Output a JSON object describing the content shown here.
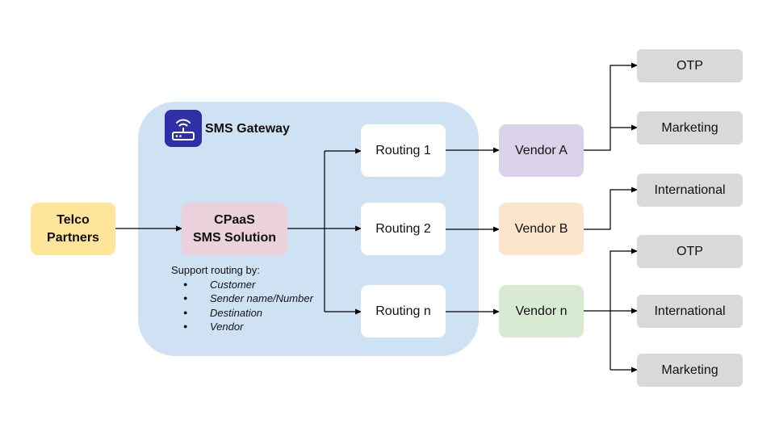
{
  "telco": {
    "line1": "Telco",
    "line2": "Partners",
    "color": "#ffe599"
  },
  "gateway": {
    "title": "SMS Gateway",
    "color": "#cfe2f3",
    "icon": "router-wifi-icon",
    "icon_color": "#2f2fa6"
  },
  "cpaas": {
    "line1": "CPaaS",
    "line2": "SMS Solution",
    "color": "#ead1dc"
  },
  "support": {
    "heading": "Support routing by:",
    "items": [
      "Customer",
      "Sender name/Number",
      "Destination",
      "Vendor"
    ]
  },
  "routings": [
    {
      "label": "Routing 1"
    },
    {
      "label": "Routing 2"
    },
    {
      "label": "Routing n"
    }
  ],
  "vendors": [
    {
      "label": "Vendor A",
      "color": "#d9d2e9"
    },
    {
      "label": "Vendor B",
      "color": "#fce5cd"
    },
    {
      "label": "Vendor n",
      "color": "#d9ead3"
    }
  ],
  "destinations": [
    {
      "label": "OTP",
      "vendor": "Vendor A"
    },
    {
      "label": "Marketing",
      "vendor": "Vendor A"
    },
    {
      "label": "International",
      "vendor": "Vendor B"
    },
    {
      "label": "OTP",
      "vendor": "Vendor n"
    },
    {
      "label": "International",
      "vendor": "Vendor n"
    },
    {
      "label": "Marketing",
      "vendor": "Vendor n"
    }
  ]
}
